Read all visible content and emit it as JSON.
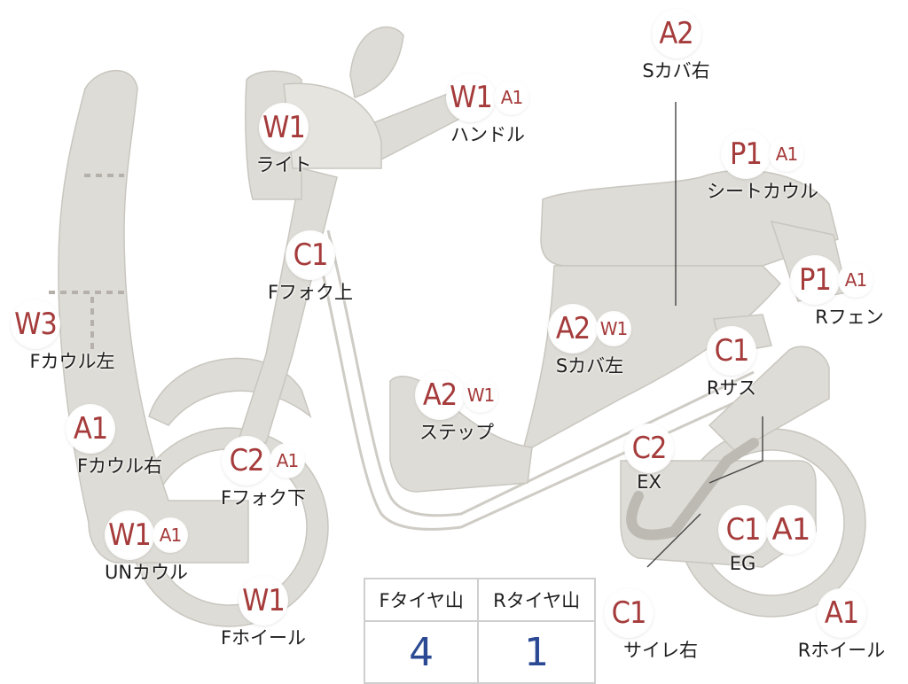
{
  "parts": [
    {
      "id": "s-cover-right",
      "name": "Sカバ右",
      "codes": [
        "A2"
      ]
    },
    {
      "id": "handle",
      "name": "ハンドル",
      "codes": [
        "W1",
        "A1"
      ]
    },
    {
      "id": "light",
      "name": "ライト",
      "codes": [
        "W1"
      ]
    },
    {
      "id": "seat-cowl",
      "name": "シートカウル",
      "codes": [
        "P1",
        "A1"
      ]
    },
    {
      "id": "f-fork-upper",
      "name": "Fフォク上",
      "codes": [
        "C1"
      ]
    },
    {
      "id": "r-fender",
      "name": "Rフェン",
      "codes": [
        "P1",
        "A1"
      ]
    },
    {
      "id": "f-cowl-left",
      "name": "Fカウル左",
      "codes": [
        "W3"
      ]
    },
    {
      "id": "s-cover-left",
      "name": "Sカバ左",
      "codes": [
        "A2",
        "W1"
      ]
    },
    {
      "id": "r-suspension",
      "name": "Rサス",
      "codes": [
        "C1"
      ]
    },
    {
      "id": "step",
      "name": "ステップ",
      "codes": [
        "A2",
        "W1"
      ]
    },
    {
      "id": "f-cowl-right",
      "name": "Fカウル右",
      "codes": [
        "A1"
      ]
    },
    {
      "id": "f-fork-lower",
      "name": "Fフォク下",
      "codes": [
        "C2",
        "A1"
      ]
    },
    {
      "id": "exhaust",
      "name": "EX",
      "codes": [
        "C2"
      ]
    },
    {
      "id": "under-cowl",
      "name": "UNカウル",
      "codes": [
        "W1",
        "A1"
      ]
    },
    {
      "id": "engine",
      "name": "EG",
      "codes": [
        "C1",
        "A1"
      ]
    },
    {
      "id": "f-wheel",
      "name": "Fホイール",
      "codes": [
        "W1"
      ]
    },
    {
      "id": "silencer-right",
      "name": "サイレ右",
      "codes": [
        "C1"
      ]
    },
    {
      "id": "r-wheel",
      "name": "Rホイール",
      "codes": [
        "A1"
      ]
    }
  ],
  "tire_depth": {
    "front_header": "Fタイヤ山",
    "rear_header": "Rタイヤ山",
    "front_value": "4",
    "rear_value": "1"
  },
  "colors": {
    "code": "#a53b3b",
    "tire_value": "#2b4a93",
    "scooter": "#dedcd6"
  }
}
